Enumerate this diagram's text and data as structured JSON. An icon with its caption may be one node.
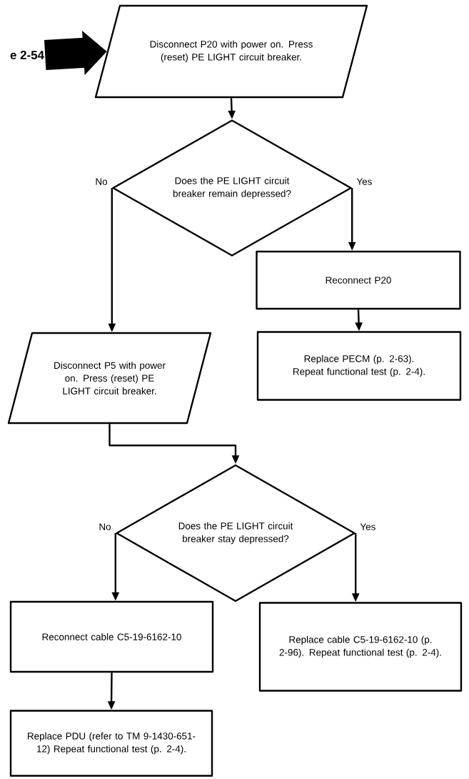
{
  "diagram": {
    "nodes": [
      {
        "text": [
          "Disconnect P20 with power on. Press (reset) PE LIGHT circuit breaker."
        ]
      },
      {
        "text": [
          "Does the PE LIGHT circuit breaker remain depressed?"
        ]
      },
      {
        "text": [
          "Reconnect P20"
        ]
      },
      {
        "text": [
          "Replace PECM (p. 2-63). Repeat functional test (p. 2-4)."
        ]
      },
      {
        "text": [
          "Disconnect P5 with power on. Press (reset) PE LIGHT circuit breaker."
        ]
      },
      {
        "text": [
          "Does the PE LIGHT circuit breaker stay depressed?"
        ]
      },
      {
        "text": [
          "Reconnect cable C5-19-6162-10"
        ]
      },
      {
        "text": [
          "Replace cable C5-19-6162-10 (p. 2-96). Repeat functional test (p. 2-4)."
        ]
      },
      {
        "text": [
          "Replace PDU (refer to TM 9-1430-651-12) Repeat functional test (p. 2-4)."
        ]
      },
      {
        "text": [
          "e 2-54"
        ]
      }
    ],
    "edges": [
      {
        "from": 9,
        "to": 0,
        "arrow": "to",
        "style": "thick"
      },
      {
        "from": 0,
        "to": 1,
        "arrow": "to"
      },
      {
        "from": 1,
        "to": 2,
        "arrow": "to",
        "label": "Yes"
      },
      {
        "from": 1,
        "to": 4,
        "arrow": "to",
        "label": "No"
      },
      {
        "from": 2,
        "to": 3,
        "arrow": "to"
      },
      {
        "from": 4,
        "to": 5,
        "arrow": "to"
      },
      {
        "from": 5,
        "to": 6,
        "arrow": "to",
        "label": "No"
      },
      {
        "from": 5,
        "to": 7,
        "arrow": "to",
        "label": "Yes"
      },
      {
        "from": 6,
        "to": 8,
        "arrow": "to"
      }
    ]
  }
}
